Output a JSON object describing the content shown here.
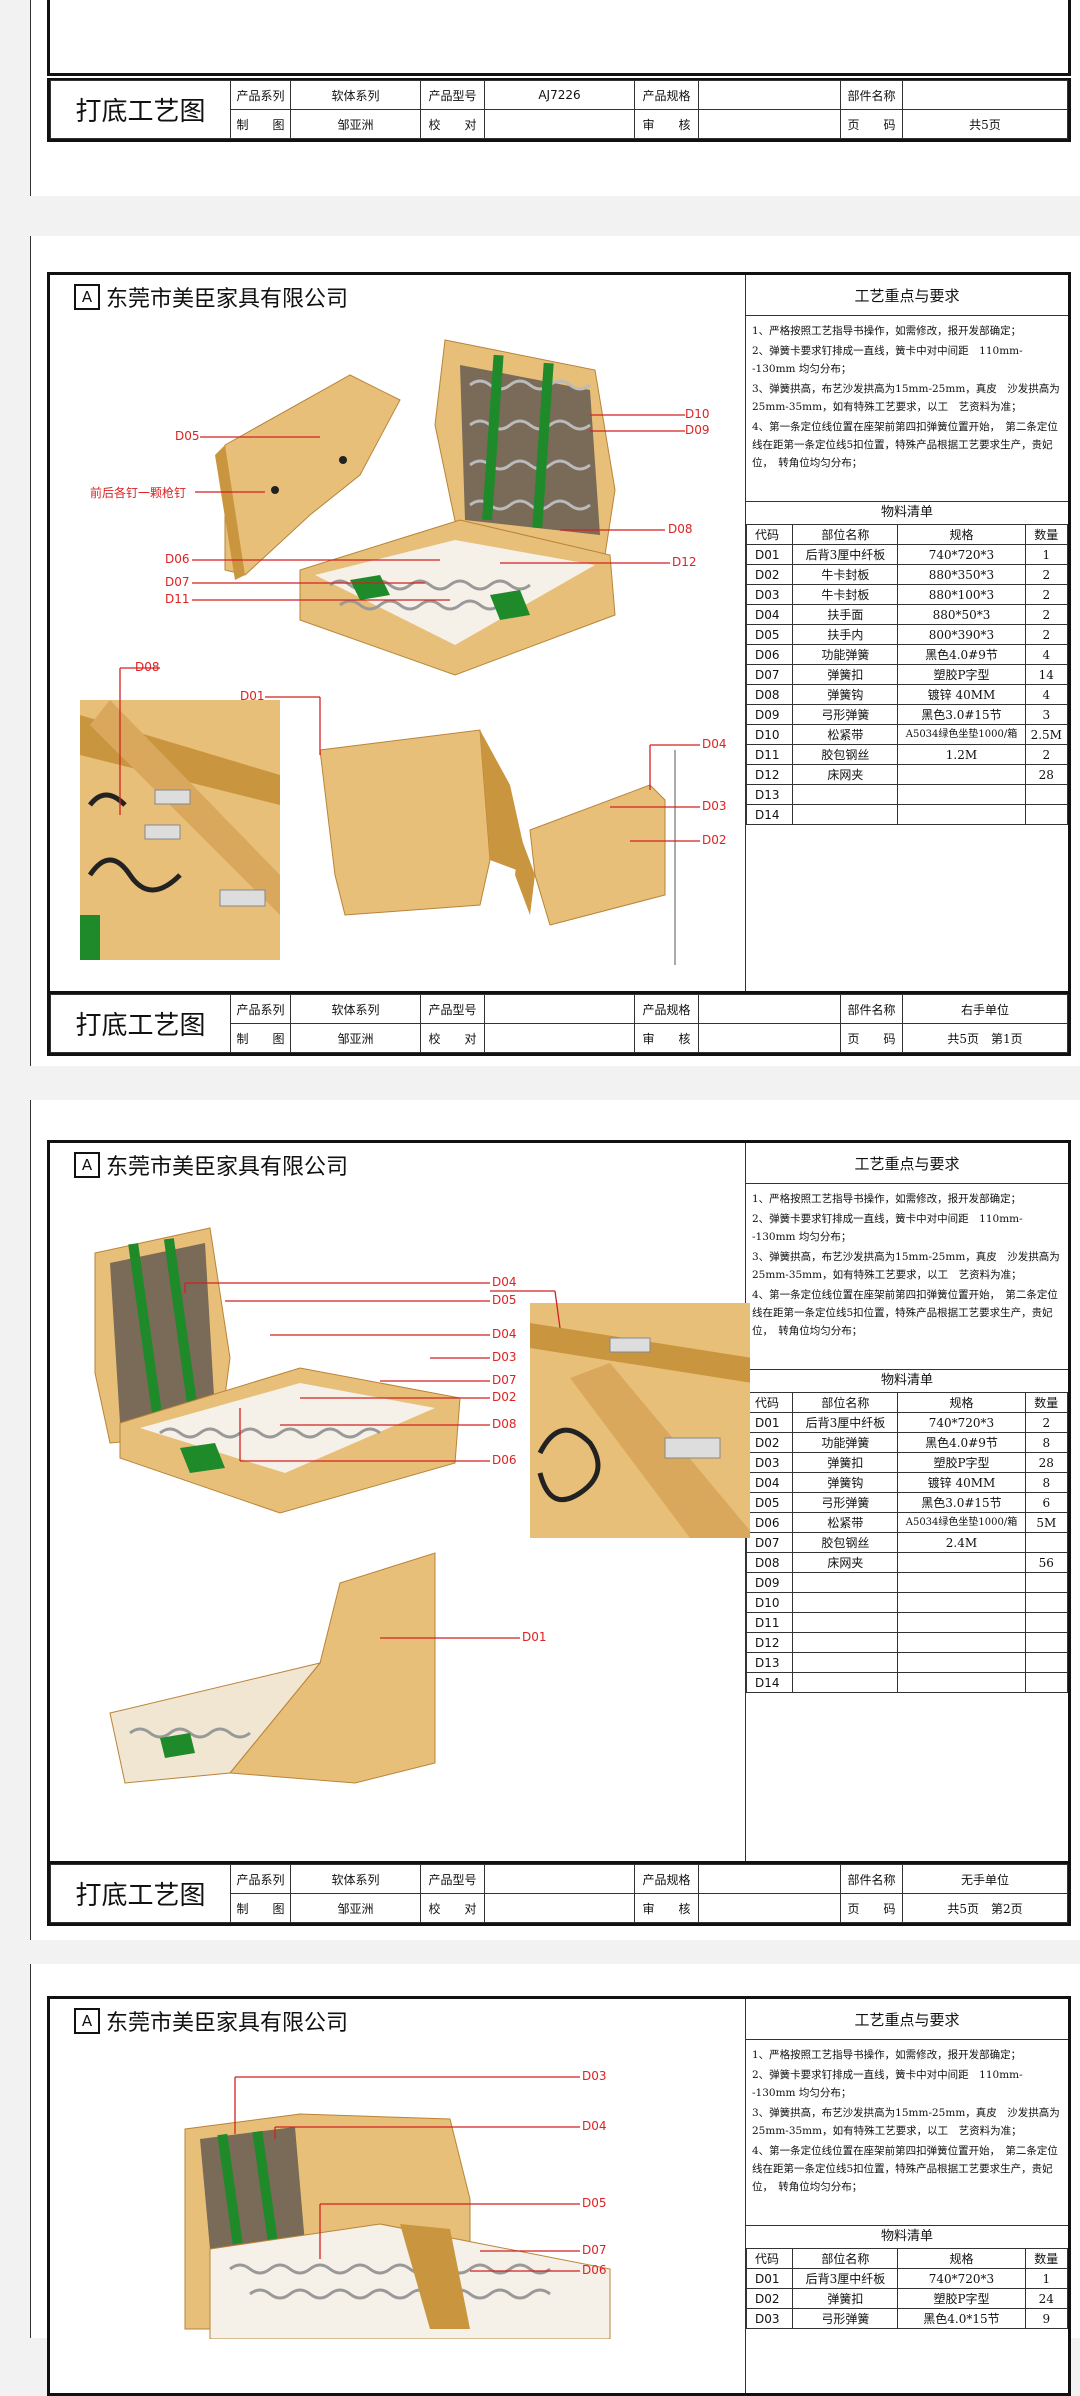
{
  "company": "东莞市美臣家具有限公司",
  "title_block": {
    "title": "打底工艺图",
    "series_label": "产品系列",
    "series_value": "软体系列",
    "model_label": "产品型号",
    "model_value_1": "AJ7226",
    "spec_label": "产品规格",
    "part_label": "部件名称",
    "make_label": "制　　图",
    "maker": "邹亚洲",
    "check_label": "校　　对",
    "review_label": "审　　核",
    "page_label": "页　　码",
    "total_pages": "共5页",
    "page1_part": "右手单位",
    "page1_num": "共5页　第1页",
    "page2_part": "无手单位",
    "page2_num": "共5页　第2页"
  },
  "requirements": {
    "heading": "工艺重点与要求",
    "items": [
      "1、严格按照工艺指导书操作，如需修改，报开发部确定；",
      "2、弹簧卡要求钉排成一直线，簧卡中对中间距　110mm--130mm 均匀分布；",
      "3、弹簧拱高，布艺沙发拱高为15mm-25mm，真皮　沙发拱高为25mm-35mm，如有特殊工艺要求，以工　艺资料为准；",
      "4、第一条定位线位置在座架前第四扣弹簧位置开始，　第二条定位线在距第一条定位线5扣位置，特殊产品根据工艺要求生产，贵妃位，　转角位均匀分布；"
    ]
  },
  "bom_heading": "物料清单",
  "bom_headers": [
    "代码",
    "部位名称",
    "规格",
    "数量"
  ],
  "bom1": [
    [
      "D01",
      "后背3厘中纤板",
      "740*720*3",
      "1"
    ],
    [
      "D02",
      "牛卡封板",
      "880*350*3",
      "2"
    ],
    [
      "D03",
      "牛卡封板",
      "880*100*3",
      "2"
    ],
    [
      "D04",
      "扶手面",
      "880*50*3",
      "2"
    ],
    [
      "D05",
      "扶手内",
      "800*390*3",
      "2"
    ],
    [
      "D06",
      "功能弹簧",
      "黑色4.0#9节",
      "4"
    ],
    [
      "D07",
      "弹簧扣",
      "塑胶P字型",
      "14"
    ],
    [
      "D08",
      "弹簧钩",
      "镀锌 40MM",
      "4"
    ],
    [
      "D09",
      "弓形弹簧",
      "黑色3.0#15节",
      "3"
    ],
    [
      "D10",
      "松紧带",
      "A5034绿色坐垫1000/箱",
      "2.5M"
    ],
    [
      "D11",
      "胶包钢丝",
      "1.2M",
      "2"
    ],
    [
      "D12",
      "床网夹",
      "",
      "28"
    ],
    [
      "D13",
      "",
      "",
      ""
    ],
    [
      "D14",
      "",
      "",
      ""
    ]
  ],
  "bom2": [
    [
      "D01",
      "后背3厘中纤板",
      "740*720*3",
      "2"
    ],
    [
      "D02",
      "功能弹簧",
      "黑色4.0#9节",
      "8"
    ],
    [
      "D03",
      "弹簧扣",
      "塑胶P字型",
      "28"
    ],
    [
      "D04",
      "弹簧钩",
      "镀锌 40MM",
      "8"
    ],
    [
      "D05",
      "弓形弹簧",
      "黑色3.0#15节",
      "6"
    ],
    [
      "D06",
      "松紧带",
      "A5034绿色坐垫1000/箱",
      "5M"
    ],
    [
      "D07",
      "胶包钢丝",
      "2.4M",
      ""
    ],
    [
      "D08",
      "床网夹",
      "",
      "56"
    ],
    [
      "D09",
      "",
      "",
      ""
    ],
    [
      "D10",
      "",
      "",
      ""
    ],
    [
      "D11",
      "",
      "",
      ""
    ],
    [
      "D12",
      "",
      "",
      ""
    ],
    [
      "D13",
      "",
      "",
      ""
    ],
    [
      "D14",
      "",
      "",
      ""
    ]
  ],
  "bom3": [
    [
      "D01",
      "后背3厘中纤板",
      "740*720*3",
      "1"
    ],
    [
      "D02",
      "弹簧扣",
      "塑胶P字型",
      "24"
    ],
    [
      "D03",
      "弓形弹簧",
      "黑色4.0*15节",
      "9"
    ]
  ],
  "labels1": {
    "d05": "D05",
    "note": "前后各钉一颗枪钉",
    "d10": "D10",
    "d09": "D09",
    "d08": "D08",
    "d06": "D06",
    "d12": "D12",
    "d07": "D07",
    "d11": "D11",
    "d08b": "D08",
    "d01": "D01",
    "d04": "D04",
    "d03": "D03",
    "d02": "D02"
  },
  "labels2": {
    "d04a": "D04",
    "d05": "D05",
    "d04": "D04",
    "d03": "D03",
    "d07": "D07",
    "d02": "D02",
    "d08": "D08",
    "d06": "D06",
    "d01": "D01"
  },
  "labels3": {
    "d03": "D03",
    "d04": "D04",
    "d05": "D05",
    "d07": "D07",
    "d06": "D06"
  },
  "colors": {
    "wood": "#e8bf78",
    "wood_dark": "#c9953f",
    "green": "#1f8a2a",
    "red": "#d22222"
  }
}
